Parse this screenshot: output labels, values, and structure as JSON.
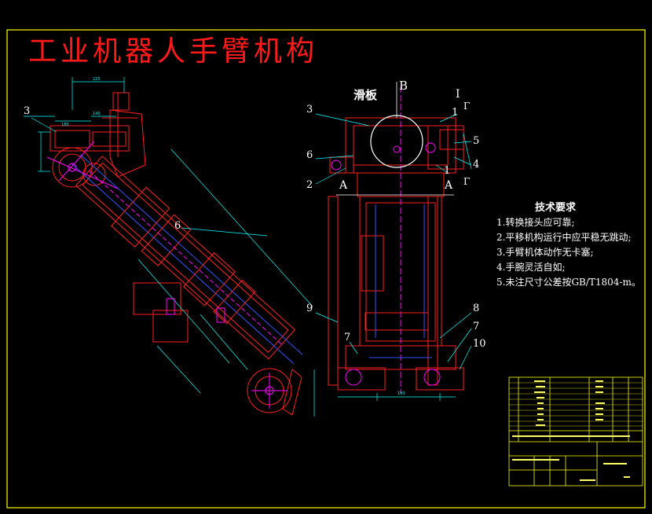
{
  "title": "工业机器人手臂机构",
  "view_labels": {
    "slide": "滑板",
    "b": "B",
    "i": "I",
    "a_left": "A",
    "a_right": "A",
    "gamma_top": "Γ",
    "gamma_mid": "Γ"
  },
  "callouts": [
    "3",
    "6",
    "3",
    "6",
    "2",
    "9",
    "7",
    "5",
    "4",
    "1",
    "1",
    "8",
    "7",
    "10"
  ],
  "notes": {
    "heading": "技术要求",
    "items": [
      "1.转换接头应可靠;",
      "2.平移机构运行中应平稳无跳动;",
      "3.手臂机体动作无卡塞;",
      "4.手腕灵活自如;",
      "5.未注尺寸公差按GB/T1804-m。"
    ]
  },
  "colors": {
    "background": "#000000",
    "title": "#ff1a1a",
    "outline": "#ff2020",
    "dimension": "#00ffff",
    "hidden": "#ff00ff",
    "frame": "#ffff00",
    "table_text": "#ffff66",
    "blue": "#3355ff"
  }
}
